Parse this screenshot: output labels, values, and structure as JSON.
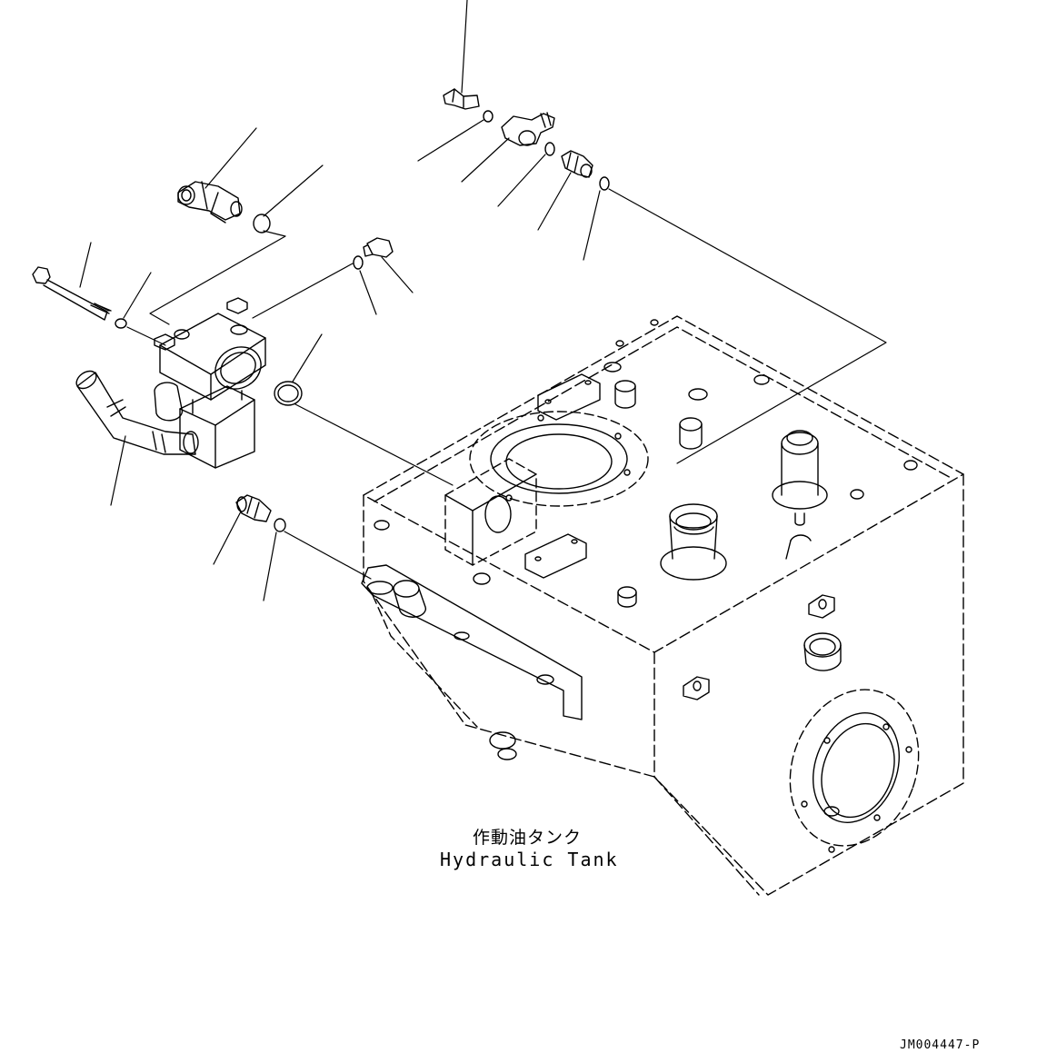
{
  "diagram": {
    "component_label_jp": "作動油タンク",
    "component_label_en": "Hydraulic Tank",
    "drawing_id": "JM004447-P",
    "line_color": "#000000",
    "background_color": "#ffffff"
  }
}
